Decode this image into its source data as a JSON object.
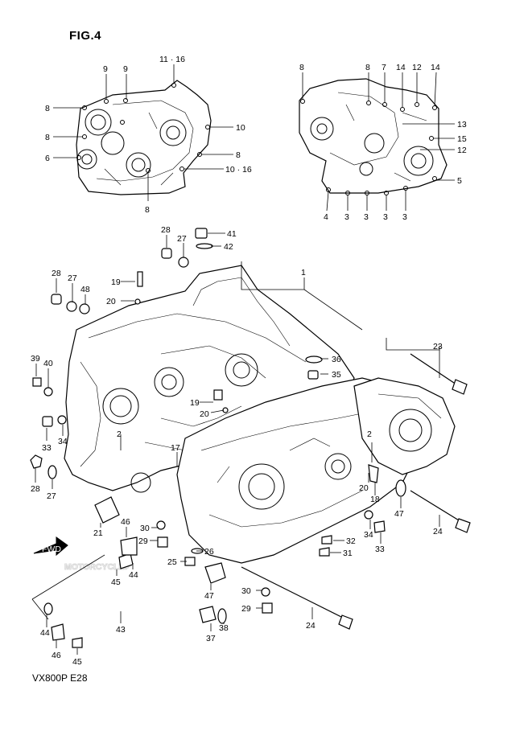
{
  "figure_title": "FIG.4",
  "model_code": "VX800P  E28",
  "watermark_text": "MOTORCYCLES.NET",
  "fwd_label": "FWD",
  "top_left_callouts": {
    "c9a": "9",
    "c9b": "9",
    "c11_16": "11 · 16",
    "c8a": "8",
    "c8b": "8",
    "c6": "6",
    "c10": "10",
    "c8c": "8",
    "c10_16": "10 · 16",
    "c8d": "8"
  },
  "top_right_callouts": {
    "c8a": "8",
    "c8b": "8",
    "c7": "7",
    "c14a": "14",
    "c12a": "12",
    "c14b": "14",
    "c13": "13",
    "c15": "15",
    "c12b": "12",
    "c5": "5",
    "c4": "4",
    "c3a": "3",
    "c3b": "3",
    "c3c": "3",
    "c3d": "3"
  },
  "main_callouts": {
    "c28a": "28",
    "c27a": "27",
    "c41": "41",
    "c42": "42",
    "c1": "1",
    "c28b": "28",
    "c27b": "27",
    "c48": "48",
    "c19a": "19",
    "c20a": "20",
    "c39": "39",
    "c40": "40",
    "c36": "36",
    "c35": "35",
    "c23": "23",
    "c19b": "19",
    "c20b": "20",
    "c2a": "2",
    "c2b": "2",
    "c33a": "33",
    "c34a": "34",
    "c17": "17",
    "c28c": "28",
    "c27c": "27",
    "c18": "18",
    "c20c": "20",
    "c47a": "47",
    "c21": "21",
    "c24a": "24",
    "c34b": "34",
    "c33b": "33",
    "c46a": "46",
    "c30a": "30",
    "c29a": "29",
    "c32": "32",
    "c31": "31",
    "c25": "25",
    "c26": "26",
    "c45a": "45",
    "c44a": "44",
    "c47b": "47",
    "c30b": "30",
    "c29b": "29",
    "c43": "43",
    "c44b": "44",
    "c37": "37",
    "c38": "38",
    "c24b": "24",
    "c46b": "46",
    "c45b": "45"
  }
}
